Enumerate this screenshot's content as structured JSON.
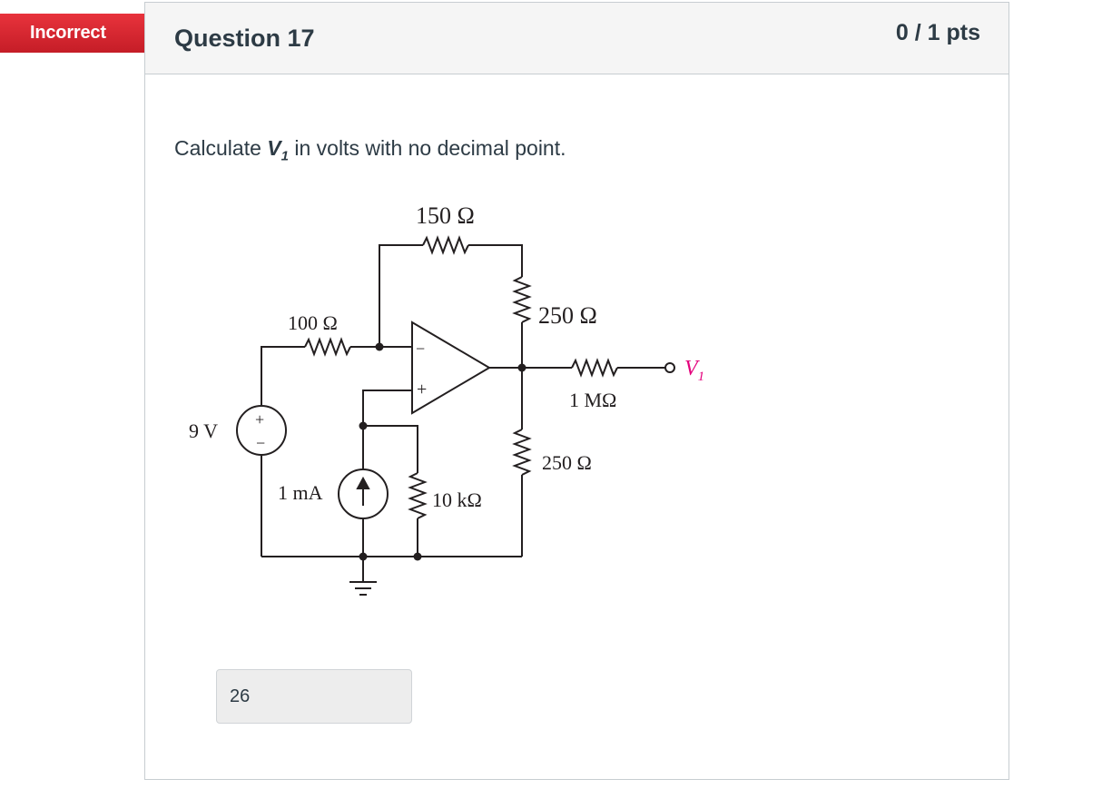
{
  "status": {
    "label": "Incorrect",
    "color": "#d9232f"
  },
  "question": {
    "title": "Question 17",
    "points": "0 / 1 pts",
    "text_prefix": "Calculate ",
    "variable": "V",
    "variable_subscript": "1",
    "text_suffix": " in volts with no decimal point."
  },
  "circuit": {
    "r_feedback": "150 Ω",
    "r_input": "100 Ω",
    "r_top_divider": "250 Ω",
    "r_bottom_divider": "250 Ω",
    "r_load": "1 MΩ",
    "r_current_shunt": "10 kΩ",
    "voltage_source": "9 V",
    "current_source": "1 mA",
    "output_label": "V",
    "output_subscript": "1",
    "opamp_minus": "−",
    "opamp_plus": "+",
    "source_plus": "+",
    "source_minus": "−",
    "output_color": "#e4007c"
  },
  "answer": {
    "value": "26"
  }
}
